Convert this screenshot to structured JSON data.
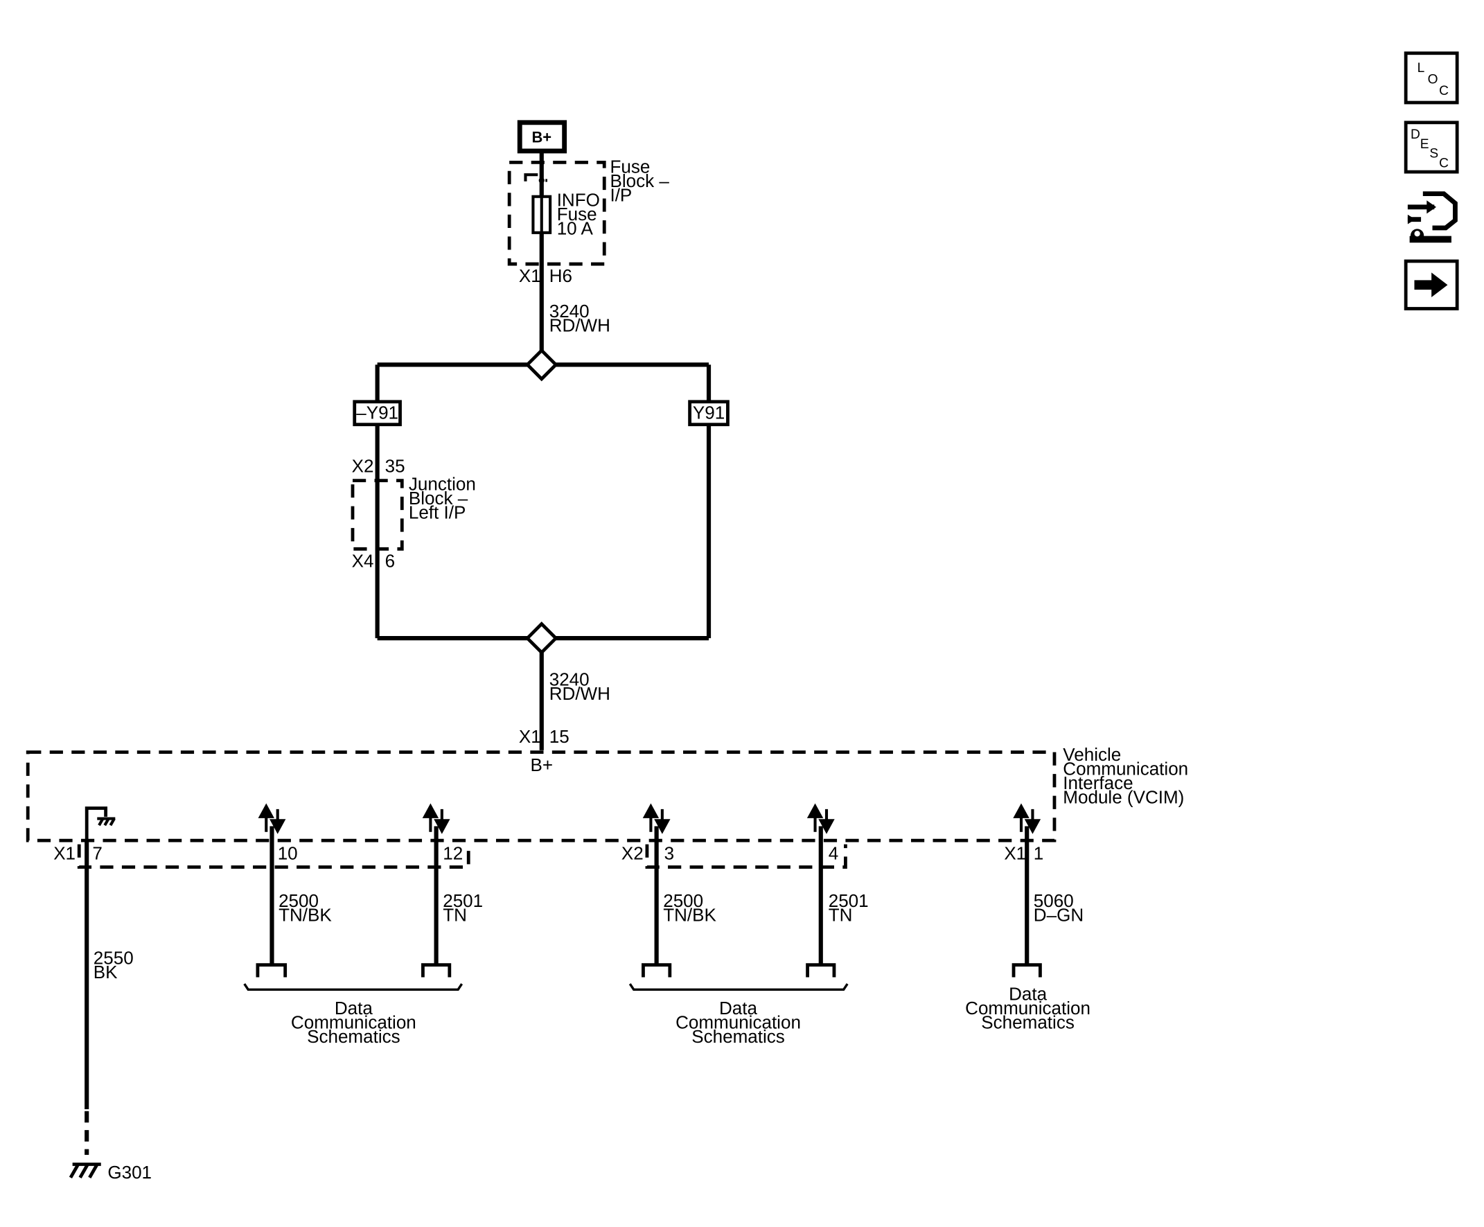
{
  "sidebar": {
    "loc": {
      "l1": "L",
      "l2": "O",
      "l3": "C"
    },
    "desc": {
      "l1": "D",
      "l2": "E",
      "l3": "S",
      "l4": "C"
    }
  },
  "power": {
    "label": "B+"
  },
  "fuse_block": {
    "name_lines": [
      "Fuse",
      "Block –",
      "I/P"
    ],
    "fuse_lines": [
      "INFO",
      "Fuse",
      "10 A"
    ],
    "conn": "X1",
    "pin": "H6"
  },
  "wire_top": {
    "circuit": "3240",
    "color": "RD/WH"
  },
  "option_left": "–Y91",
  "option_right": "Y91",
  "junction_block": {
    "name_lines": [
      "Junction",
      "Block –",
      "Left I/P"
    ],
    "in_conn": "X2",
    "in_pin": "35",
    "out_conn": "X4",
    "out_pin": "6"
  },
  "wire_bottom": {
    "circuit": "3240",
    "color": "RD/WH"
  },
  "vcim_in": {
    "conn": "X1",
    "pin": "15",
    "label": "B+"
  },
  "vcim": {
    "name_lines": [
      "Vehicle",
      "Communication",
      "Interface",
      "Module (VCIM)"
    ]
  },
  "outputs": [
    {
      "conn": "X1",
      "pin": "7",
      "circuit": "2550",
      "color": "BK"
    },
    {
      "conn": "",
      "pin": "10",
      "circuit": "2500",
      "color": "TN/BK"
    },
    {
      "conn": "",
      "pin": "12",
      "circuit": "2501",
      "color": "TN"
    },
    {
      "conn": "X2",
      "pin": "3",
      "circuit": "2500",
      "color": "TN/BK"
    },
    {
      "conn": "",
      "pin": "4",
      "circuit": "2501",
      "color": "TN"
    },
    {
      "conn": "X1",
      "pin": "1",
      "circuit": "5060",
      "color": "D–GN"
    }
  ],
  "dest_groups": [
    {
      "lines": [
        "Data",
        "Communication",
        "Schematics"
      ]
    },
    {
      "lines": [
        "Data",
        "Communication",
        "Schematics"
      ]
    },
    {
      "lines": [
        "Data",
        "Communication",
        "Schematics"
      ]
    }
  ],
  "ground": {
    "label": "G301"
  }
}
